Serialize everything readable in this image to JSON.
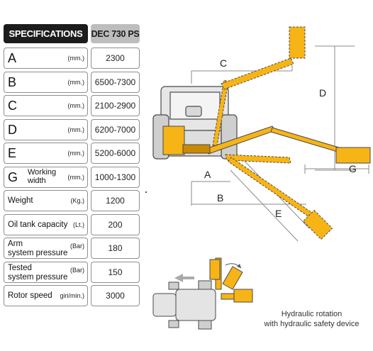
{
  "table": {
    "header": {
      "specifications": "SPECIFICATIONS",
      "model": "DEC 730 PS"
    },
    "rows": [
      {
        "letter": "A",
        "unit": "(mm.)",
        "value": "2300"
      },
      {
        "letter": "B",
        "unit": "(mm.)",
        "value": "6500-7300"
      },
      {
        "letter": "C",
        "unit": "(mm.)",
        "value": "2100-2900"
      },
      {
        "letter": "D",
        "unit": "(mm.)",
        "value": "6200-7000"
      },
      {
        "letter": "E",
        "unit": "(mm.)",
        "value": "5200-6000"
      },
      {
        "letter": "G",
        "sub1": "Working",
        "sub2": "width",
        "unit": "(mm.)",
        "value": "1000-1300"
      },
      {
        "label": "Weight",
        "unit": "(Kg.)",
        "value": "1200"
      },
      {
        "label": "Oil tank capacity",
        "unit": "(Lt.)",
        "value": "200"
      },
      {
        "label1": "Arm",
        "label2": "system pressure",
        "unit": "(Bar)",
        "value": "180"
      },
      {
        "label1": "Tested",
        "label2": "system pressure",
        "unit": "(Bar)",
        "value": "150"
      },
      {
        "label": "Rotor speed",
        "unit": "giri/min.)",
        "value": "3000"
      }
    ]
  },
  "diagram": {
    "labels": {
      "a": "A",
      "b": "B",
      "c": "C",
      "d": "D",
      "e": "E",
      "g": "G"
    },
    "caption": {
      "line1": "Hydraulic rotation",
      "line2": "with hydraulic safety device"
    },
    "colors": {
      "arm": "#f7b416",
      "arm_dark": "#c98a00",
      "tractor": "#e0e0e0",
      "outline": "#4a4a4a",
      "guide": "#8a8a8a"
    },
    "icons": [
      "tractor-front",
      "tractor-top",
      "direction-arrow",
      "rotation-arrow"
    ]
  }
}
